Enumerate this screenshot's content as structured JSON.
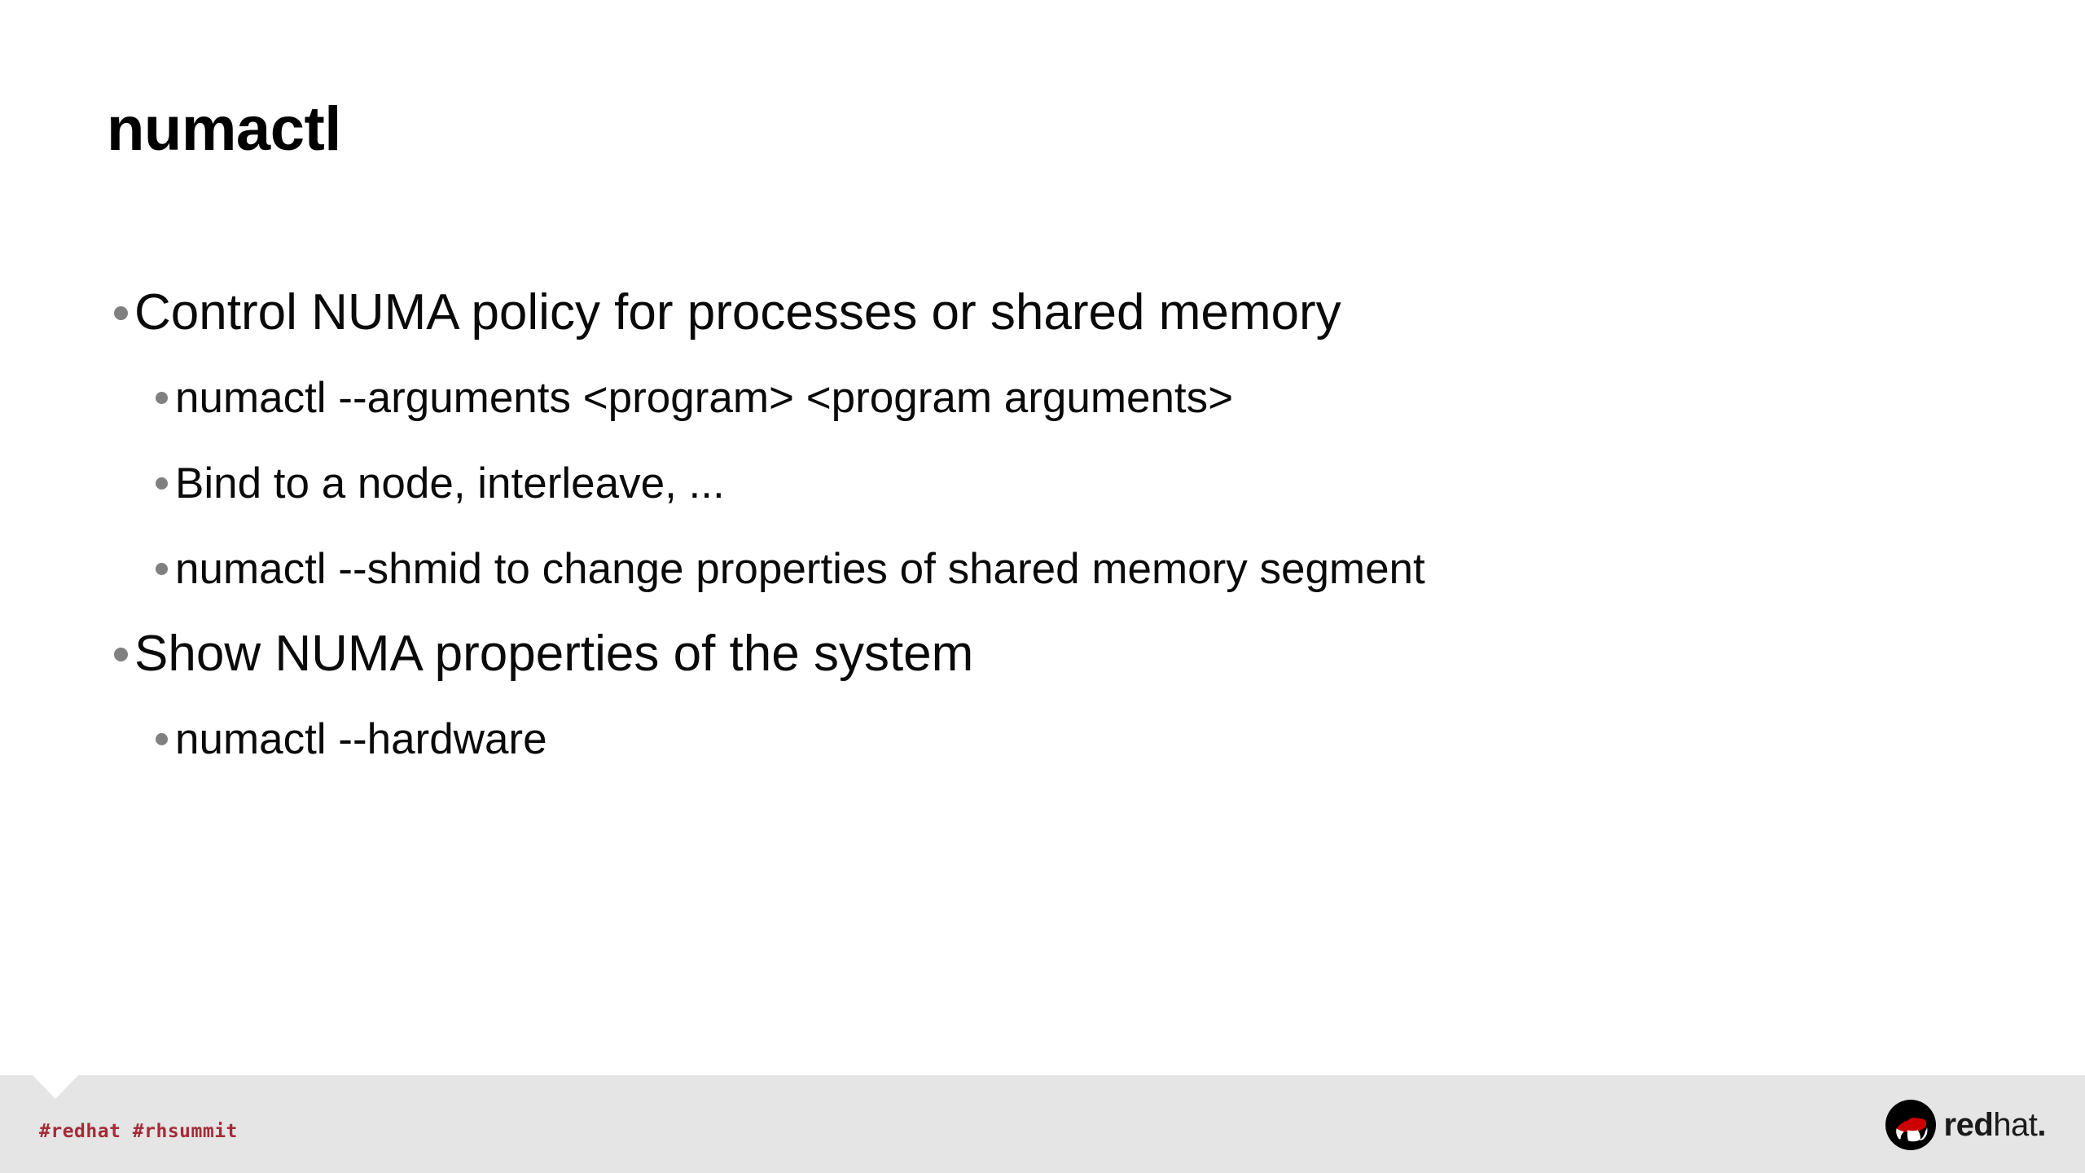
{
  "slide": {
    "title": "numactl",
    "background_color": "#ffffff",
    "bullets": [
      {
        "level": 1,
        "text": "Control NUMA policy for processes or shared memory",
        "marker": "bullet-dot",
        "marker_color": "#808080"
      },
      {
        "level": 2,
        "text": "numactl --arguments <program> <program arguments>",
        "marker": "bullet-dot",
        "marker_color": "#808080"
      },
      {
        "level": 2,
        "text": "Bind to a node, interleave, ...",
        "marker": "bullet-dot",
        "marker_color": "#808080"
      },
      {
        "level": 2,
        "text": "numactl --shmid to change properties of shared memory segment",
        "marker": "bullet-dot",
        "marker_color": "#808080"
      },
      {
        "level": 1,
        "text": "Show NUMA properties of the system",
        "marker": "bullet-dot",
        "marker_color": "#808080"
      },
      {
        "level": 2,
        "text": "numactl --hardware",
        "marker": "bullet-dot",
        "marker_color": "#808080"
      }
    ]
  },
  "footer": {
    "background_color": "#e5e5e5",
    "notch_color": "#ffffff",
    "hashtags": "#redhat  #rhsummit",
    "hashtags_color": "#a32c38",
    "logo": {
      "icon": "redhat-shadowman-icon",
      "word_red": "red",
      "word_hat": "hat",
      "word_dot": ".",
      "hat_color": "#cc0000",
      "circle_color": "#000000"
    }
  }
}
